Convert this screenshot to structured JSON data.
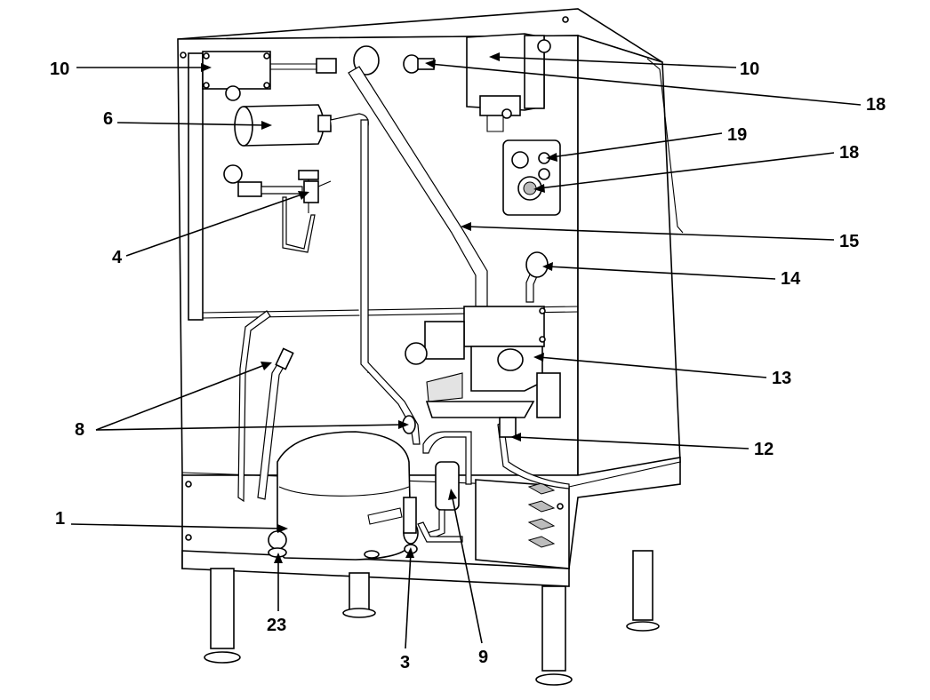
{
  "callouts": [
    {
      "id": "c10a",
      "label": "10"
    },
    {
      "id": "c10b",
      "label": "10"
    },
    {
      "id": "c18a",
      "label": "18"
    },
    {
      "id": "c6",
      "label": "6"
    },
    {
      "id": "c19",
      "label": "19"
    },
    {
      "id": "c18b",
      "label": "18"
    },
    {
      "id": "c4",
      "label": "4"
    },
    {
      "id": "c15",
      "label": "15"
    },
    {
      "id": "c14",
      "label": "14"
    },
    {
      "id": "c13",
      "label": "13"
    },
    {
      "id": "c8",
      "label": "8"
    },
    {
      "id": "c12",
      "label": "12"
    },
    {
      "id": "c1",
      "label": "1"
    },
    {
      "id": "c23",
      "label": "23"
    },
    {
      "id": "c3",
      "label": "3"
    },
    {
      "id": "c9",
      "label": "9"
    }
  ]
}
